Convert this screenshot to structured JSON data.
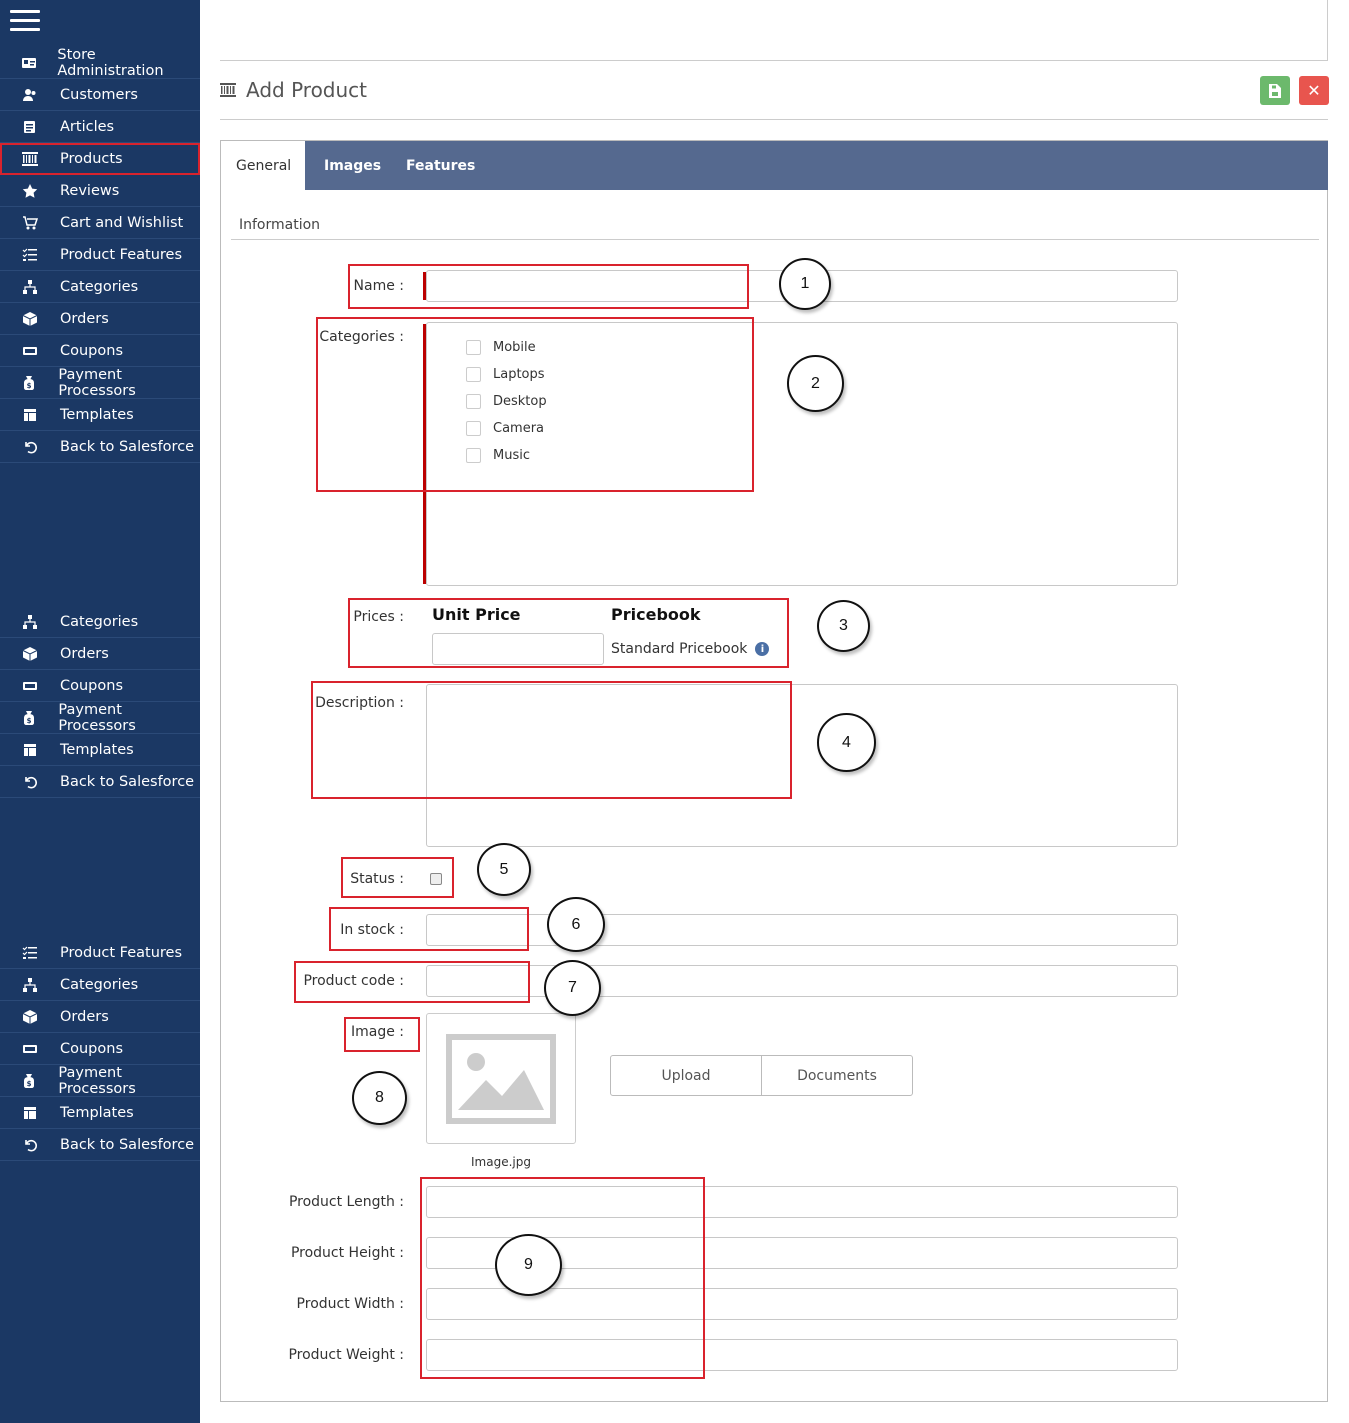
{
  "sidebar": {
    "group1": [
      {
        "label": "Store Administration",
        "icon": "id-card-icon"
      },
      {
        "label": "Customers",
        "icon": "users-icon"
      },
      {
        "label": "Articles",
        "icon": "article-icon"
      },
      {
        "label": "Products",
        "icon": "barcode-icon",
        "active": true
      },
      {
        "label": "Reviews",
        "icon": "star-icon"
      },
      {
        "label": "Cart and Wishlist",
        "icon": "cart-icon"
      },
      {
        "label": "Product Features",
        "icon": "list-check-icon"
      },
      {
        "label": "Categories",
        "icon": "sitemap-icon"
      },
      {
        "label": "Orders",
        "icon": "box-icon"
      },
      {
        "label": "Coupons",
        "icon": "ticket-icon"
      },
      {
        "label": "Payment Processors",
        "icon": "money-bag-icon"
      },
      {
        "label": "Templates",
        "icon": "template-icon"
      },
      {
        "label": "Back to Salesforce",
        "icon": "undo-icon"
      }
    ],
    "group2": [
      {
        "label": "Categories",
        "icon": "sitemap-icon"
      },
      {
        "label": "Orders",
        "icon": "box-icon"
      },
      {
        "label": "Coupons",
        "icon": "ticket-icon"
      },
      {
        "label": "Payment Processors",
        "icon": "money-bag-icon"
      },
      {
        "label": "Templates",
        "icon": "template-icon"
      },
      {
        "label": "Back to Salesforce",
        "icon": "undo-icon"
      }
    ],
    "group3": [
      {
        "label": "Product Features",
        "icon": "list-check-icon"
      },
      {
        "label": "Categories",
        "icon": "sitemap-icon"
      },
      {
        "label": "Orders",
        "icon": "box-icon"
      },
      {
        "label": "Coupons",
        "icon": "ticket-icon"
      },
      {
        "label": "Payment Processors",
        "icon": "money-bag-icon"
      },
      {
        "label": "Templates",
        "icon": "template-icon"
      },
      {
        "label": "Back to Salesforce",
        "icon": "undo-icon"
      }
    ]
  },
  "header": {
    "title": "Add Product",
    "save_icon": "save-icon",
    "close_label": "✕"
  },
  "tabs": [
    {
      "label": "General",
      "active": true
    },
    {
      "label": "Images"
    },
    {
      "label": "Features"
    }
  ],
  "form": {
    "section": "Information",
    "name_label": "Name :",
    "categories_label": "Categories :",
    "categories": [
      "Mobile",
      "Laptops",
      "Desktop",
      "Camera",
      "Music"
    ],
    "prices_label": "Prices :",
    "unit_price_header": "Unit Price",
    "pricebook_header": "Pricebook",
    "pricebook_value": "Standard Pricebook",
    "description_label": "Description :",
    "status_label": "Status :",
    "in_stock_label": "In stock :",
    "product_code_label": "Product code :",
    "image_label": "Image :",
    "image_filename": "Image.jpg",
    "upload_label": "Upload",
    "documents_label": "Documents",
    "length_label": "Product Length :",
    "height_label": "Product Height :",
    "width_label": "Product Width :",
    "weight_label": "Product Weight :"
  },
  "annotations": [
    "1",
    "2",
    "3",
    "4",
    "5",
    "6",
    "7",
    "8",
    "9"
  ],
  "colors": {
    "sidebar_bg": "#1b3864",
    "tabbar_bg": "#55698f",
    "save_green": "#6cb96c",
    "close_red": "#e8554e",
    "highlight_red": "#d9232d"
  }
}
